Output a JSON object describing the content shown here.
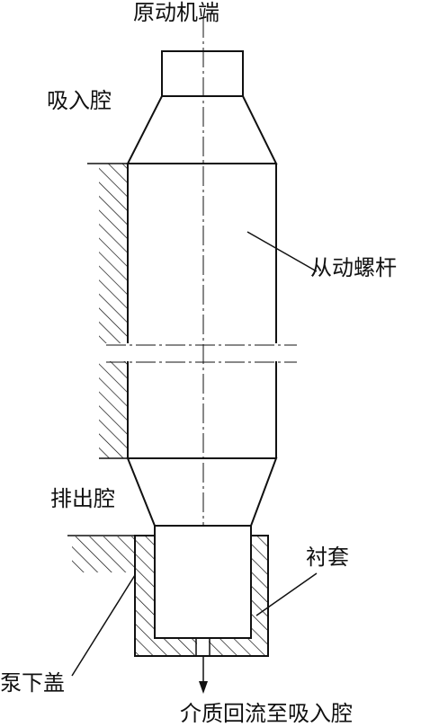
{
  "labels": {
    "prime_mover_end": "原动机端",
    "suction_chamber": "吸入腔",
    "driven_screw": "从动螺杆",
    "discharge_chamber": "排出腔",
    "bushing": "衬套",
    "pump_lower_cover": "泵下盖",
    "medium_return": "介质回流至吸入腔"
  },
  "colors": {
    "line": "#111111",
    "background": "#ffffff"
  }
}
